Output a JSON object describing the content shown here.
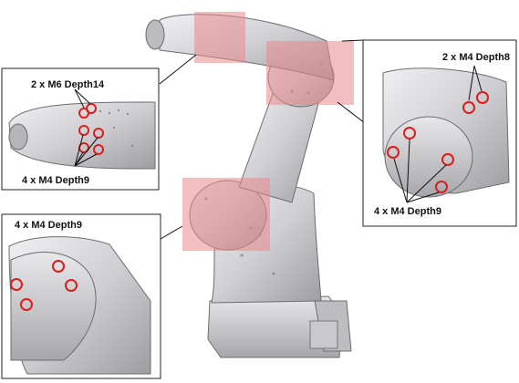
{
  "diagram": {
    "subject": "Industrial robot arm with mounting holes for end tooling",
    "callouts": [
      {
        "id": "upper-arm",
        "label": "2 x M6 Depth14",
        "label2": "4 x M4 Depth9"
      },
      {
        "id": "wrist",
        "label": "2 x M4 Depth8",
        "label2": "4 x M4 Depth9"
      },
      {
        "id": "elbow",
        "label": "4 x M4 Depth9"
      }
    ],
    "colors": {
      "highlight": "#e8888c",
      "hole_ring": "#d91e1e",
      "robot_body": "#d4d4d6",
      "robot_shadow": "#9c9ca0",
      "frame": "#222222"
    }
  }
}
